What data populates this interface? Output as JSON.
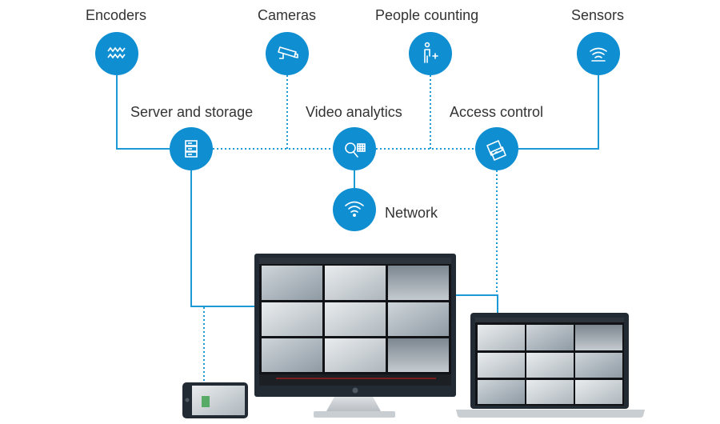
{
  "colors": {
    "accent": "#0f8fd2",
    "connector": "#1b9ad6",
    "label": "#333333",
    "device_frame": "#222a33",
    "device_stand": "#c9ced3"
  },
  "nodes": {
    "encoders": {
      "label": "Encoders",
      "icon": "encoder-icon"
    },
    "cameras": {
      "label": "Cameras",
      "icon": "camera-icon"
    },
    "people_counting": {
      "label": "People counting",
      "icon": "person-counting-icon"
    },
    "sensors": {
      "label": "Sensors",
      "icon": "sensor-icon"
    },
    "server_storage": {
      "label": "Server and storage",
      "icon": "server-icon"
    },
    "video_analytics": {
      "label": "Video analytics",
      "icon": "analytics-icon"
    },
    "access_control": {
      "label": "Access control",
      "icon": "access-card-icon"
    },
    "network": {
      "label": "Network",
      "icon": "wifi-icon"
    }
  },
  "devices": {
    "monitor": {
      "icon": "desktop-monitor-icon"
    },
    "laptop": {
      "icon": "laptop-icon"
    },
    "tablet": {
      "icon": "tablet-icon"
    }
  }
}
